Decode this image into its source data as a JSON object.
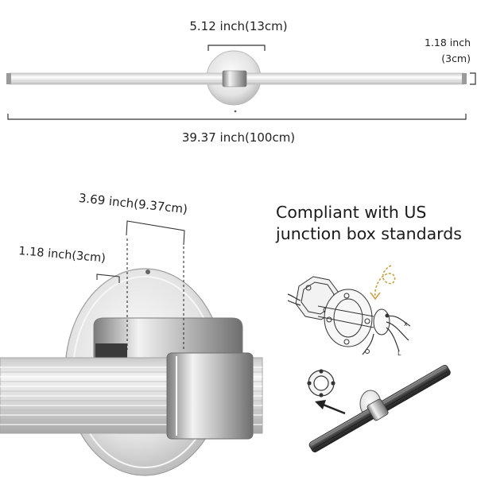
{
  "dimensions": {
    "base_width": "5.12 inch(13cm)",
    "total_width": "39.37 inch(100cm)",
    "tube_diameter_line1": "1.18 inch",
    "tube_diameter_line2": "(3cm)",
    "base_depth": "3.69 inch(9.37cm)",
    "tube_diameter_detail": "1.18 inch(3cm)"
  },
  "compliance": {
    "line1": "Compliant with US",
    "line2": "junction box standards"
  },
  "icons": [
    "wall-lamp-product",
    "junction-box-diagram",
    "mounting-arrow",
    "mounting-bracket",
    "wall-lamp-installed"
  ],
  "colors": {
    "text": "#222222",
    "chrome": "#d9d9d9",
    "tube": "#e6e6e6",
    "installed_tube": "#5a5a5a",
    "arrow": "#c9a24a"
  }
}
